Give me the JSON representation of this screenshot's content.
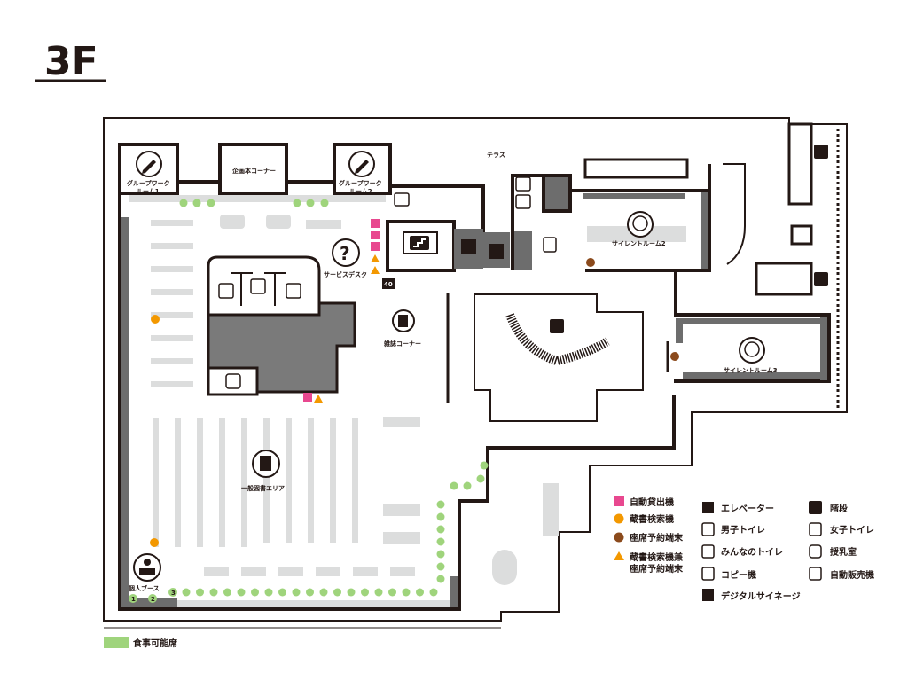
{
  "floor": "3F",
  "colors": {
    "wall": "#231815",
    "dark_area": "#6d6d6d",
    "furniture": "#dcdddd",
    "eating_seat": "#9fd47c",
    "self_checkout": "#e8488f",
    "catalog_terminal": "#f39800",
    "seat_terminal": "#8b4a1c"
  },
  "rooms": {
    "group_work_1": [
      "グループワーク",
      "ルーム1"
    ],
    "planning_corner": "企画本コーナー",
    "group_work_2": [
      "グループワーク",
      "ルーム2"
    ],
    "terrace": "テラス",
    "service_desk": "サービスデスク",
    "magazine_corner": "雑誌コーナー",
    "general_books": "一般図書エリア",
    "silent_room_2": "サイレントルーム2",
    "silent_room_3": "サイレントルーム3",
    "private_booth": "個人ブース",
    "booth_numbers": [
      "1",
      "2",
      "3"
    ],
    "signage_number": "40"
  },
  "legend": {
    "markers": [
      {
        "label": "自動貸出機",
        "icon": "pink-square"
      },
      {
        "label": "蔵書検索機",
        "icon": "orange-circle"
      },
      {
        "label": "座席予約端末",
        "icon": "brown-circle"
      },
      {
        "label": [
          "蔵書検索機兼",
          "座席予約端末"
        ],
        "icon": "orange-triangle"
      }
    ],
    "facilities_col1": [
      {
        "label": "エレベーター",
        "icon": "elevator-icon"
      },
      {
        "label": "男子トイレ",
        "icon": "male-toilet-icon"
      },
      {
        "label": "みんなのトイレ",
        "icon": "accessible-toilet-icon"
      },
      {
        "label": "コピー機",
        "icon": "copier-icon"
      },
      {
        "label": "デジタルサイネージ",
        "icon": "digital-signage-icon"
      }
    ],
    "facilities_col2": [
      {
        "label": "階段",
        "icon": "stairs-icon"
      },
      {
        "label": "女子トイレ",
        "icon": "female-toilet-icon"
      },
      {
        "label": "授乳室",
        "icon": "nursing-room-icon"
      },
      {
        "label": "自動販売機",
        "icon": "vending-machine-icon"
      }
    ],
    "eating": "食事可能席"
  }
}
